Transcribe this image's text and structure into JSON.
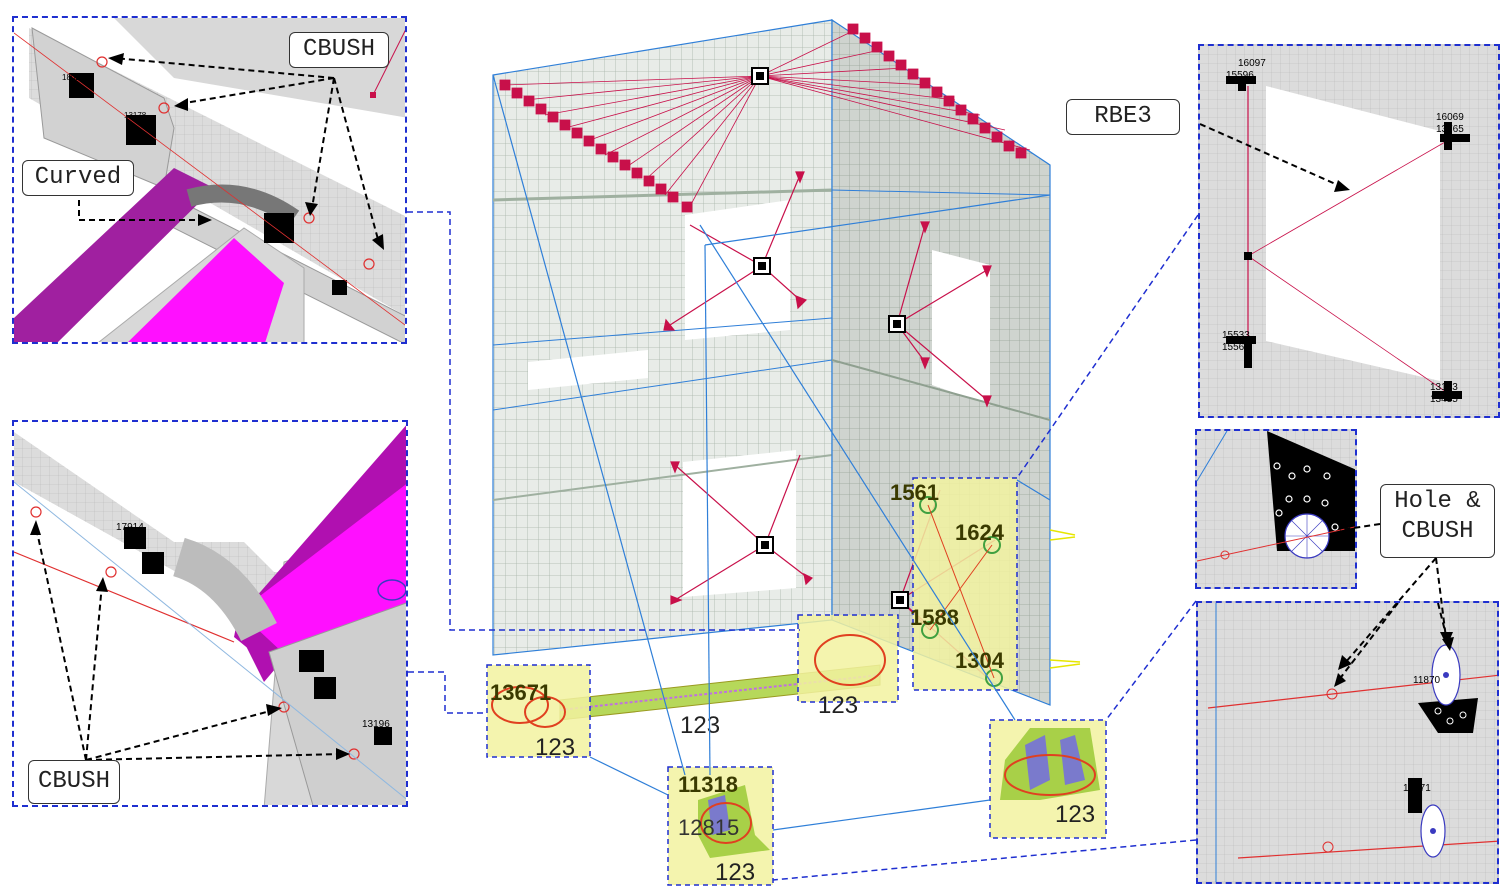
{
  "callouts": {
    "cbush_top": "CBUSH",
    "curved": "Curved",
    "rbe3": "RBE3",
    "hole_line1": "Hole &",
    "hole_line2": "CBUSH",
    "cbush_bottom": "CBUSH"
  },
  "support_labels": {
    "left_bracket_id": "13671",
    "left_bracket_dof": "123",
    "beam_mid_dof": "123",
    "center_bracket_id": "11318",
    "center_bracket_id2": "12815",
    "center_bracket_dof": "123",
    "right_bracket_dof": "123",
    "mid_bracket_dof": "123",
    "right_panel_id1": "1561",
    "right_panel_id2": "1624",
    "right_panel_id3": "1588",
    "right_panel_id4": "1304"
  },
  "detail_labels": {
    "rbe3_node_tl": "16097",
    "rbe3_node_tl2": "15596",
    "rbe3_node_tr": "16069",
    "rbe3_node_tr2": "13765",
    "rbe3_node_bl": "15533",
    "rbe3_node_bl2": "15561",
    "rbe3_node_br": "13143",
    "rbe3_node_br2": "13435",
    "hole_node_a": "11870",
    "hole_node_b": "12771",
    "left_node_a": "17914",
    "left_node_b": "13196",
    "top_node_a": "18021",
    "top_node_b": "13178"
  },
  "colors": {
    "panel_border": "#1f2fd0",
    "rbe_red": "#c8104a",
    "mesh_grey": "#e4e8e4",
    "magenta": "#e000e0",
    "support_yellow": "#f2f2a0",
    "cbush_red": "#e03030"
  }
}
